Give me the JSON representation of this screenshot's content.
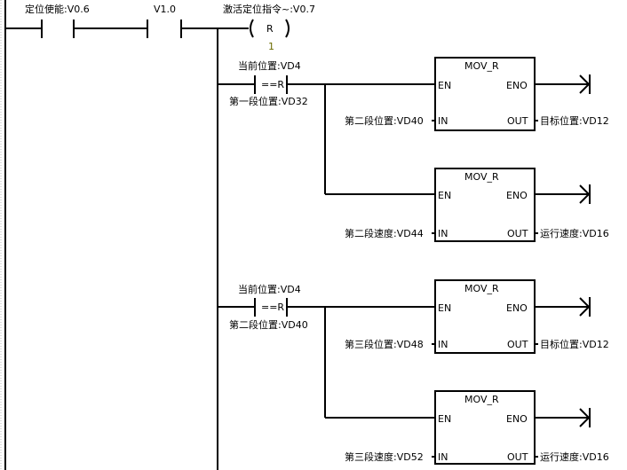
{
  "diagram": {
    "type": "ladder-logic",
    "rung": {
      "contacts": [
        {
          "address": "定位使能:V0.6"
        },
        {
          "address": "V1.0"
        }
      ],
      "coil": {
        "type": "R",
        "address": "激活定位指令~:V0.7",
        "count": "1"
      },
      "branches": [
        {
          "compare": {
            "op": "==R",
            "in1": "当前位置:VD4",
            "in2": "第一段位置:VD32"
          },
          "blocks": [
            {
              "name": "MOV_R",
              "en": "EN",
              "eno": "ENO",
              "in_pin": "IN",
              "out_pin": "OUT",
              "in_value": "第二段位置:VD40",
              "out_value": "目标位置:VD12"
            },
            {
              "name": "MOV_R",
              "en": "EN",
              "eno": "ENO",
              "in_pin": "IN",
              "out_pin": "OUT",
              "in_value": "第二段速度:VD44",
              "out_value": "运行速度:VD16"
            }
          ]
        },
        {
          "compare": {
            "op": "==R",
            "in1": "当前位置:VD4",
            "in2": "第二段位置:VD40"
          },
          "blocks": [
            {
              "name": "MOV_R",
              "en": "EN",
              "eno": "ENO",
              "in_pin": "IN",
              "out_pin": "OUT",
              "in_value": "第三段位置:VD48",
              "out_value": "目标位置:VD12"
            },
            {
              "name": "MOV_R",
              "en": "EN",
              "eno": "ENO",
              "in_pin": "IN",
              "out_pin": "OUT",
              "in_value": "第三段速度:VD52",
              "out_value": "运行速度:VD16"
            }
          ]
        }
      ]
    }
  }
}
